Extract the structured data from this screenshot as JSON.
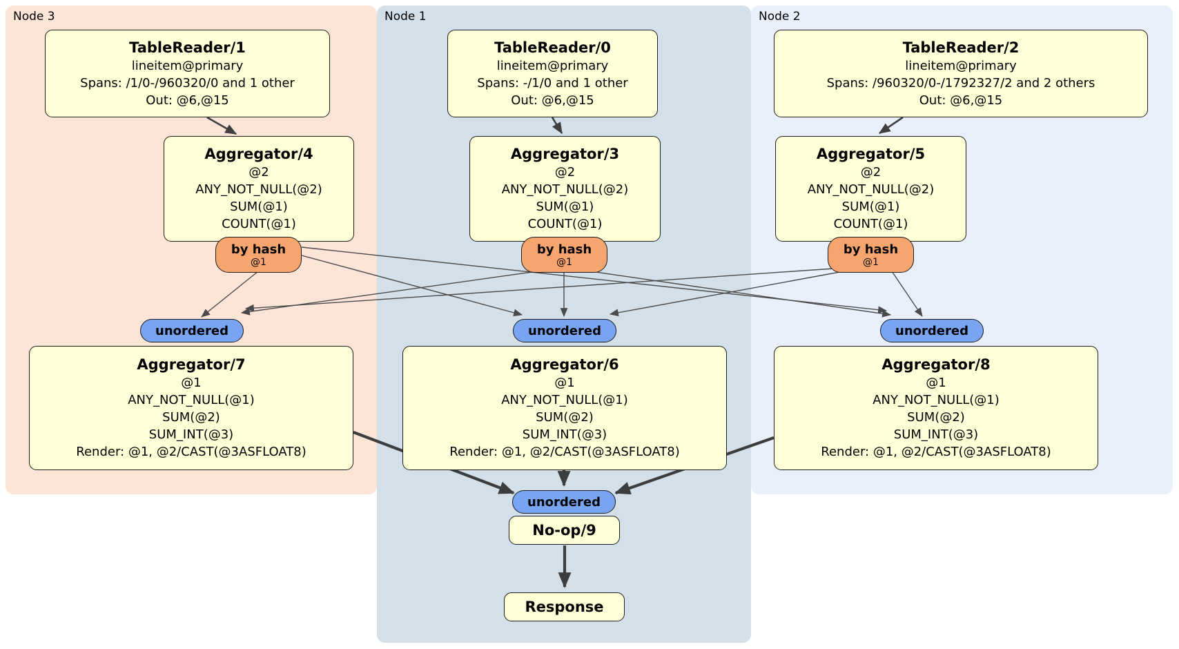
{
  "regions": [
    {
      "label": "Node 3",
      "bg": "#fce4d7"
    },
    {
      "label": "Node 1",
      "bg": "#d3e0e9"
    },
    {
      "label": "Node 2",
      "bg": "#eaf0fb"
    }
  ],
  "colors": {
    "processor_fill": "#ffffd8",
    "processor_border": "#1c1c1c",
    "hash_router_fill": "#f6a56f",
    "sync_fill": "#78a4f1",
    "edge": "#3f3f3f"
  },
  "processors": {
    "tr1": {
      "title": "TableReader/1",
      "lines": [
        "lineitem@primary",
        "Spans: /1/0-/960320/0 and 1 other",
        "Out: @6,@15"
      ]
    },
    "tr0": {
      "title": "TableReader/0",
      "lines": [
        "lineitem@primary",
        "Spans: -/1/0 and 1 other",
        "Out: @6,@15"
      ]
    },
    "tr2": {
      "title": "TableReader/2",
      "lines": [
        "lineitem@primary",
        "Spans: /960320/0-/1792327/2 and 2 others",
        "Out: @6,@15"
      ]
    },
    "agg4": {
      "title": "Aggregator/4",
      "lines": [
        "@2",
        "ANY_NOT_NULL(@2)",
        "SUM(@1)",
        "COUNT(@1)"
      ]
    },
    "agg3": {
      "title": "Aggregator/3",
      "lines": [
        "@2",
        "ANY_NOT_NULL(@2)",
        "SUM(@1)",
        "COUNT(@1)"
      ]
    },
    "agg5": {
      "title": "Aggregator/5",
      "lines": [
        "@2",
        "ANY_NOT_NULL(@2)",
        "SUM(@1)",
        "COUNT(@1)"
      ]
    },
    "agg7": {
      "title": "Aggregator/7",
      "lines": [
        "@1",
        "ANY_NOT_NULL(@1)",
        "SUM(@2)",
        "SUM_INT(@3)",
        "Render: @1, @2/CAST(@3ASFLOAT8)"
      ]
    },
    "agg6": {
      "title": "Aggregator/6",
      "lines": [
        "@1",
        "ANY_NOT_NULL(@1)",
        "SUM(@2)",
        "SUM_INT(@3)",
        "Render: @1, @2/CAST(@3ASFLOAT8)"
      ]
    },
    "agg8": {
      "title": "Aggregator/8",
      "lines": [
        "@1",
        "ANY_NOT_NULL(@1)",
        "SUM(@2)",
        "SUM_INT(@3)",
        "Render: @1, @2/CAST(@3ASFLOAT8)"
      ]
    },
    "noop": {
      "title": "No-op/9"
    },
    "response": {
      "title": "Response"
    }
  },
  "router": {
    "label": "by hash",
    "detail": "@1"
  },
  "sync": {
    "label": "unordered"
  }
}
